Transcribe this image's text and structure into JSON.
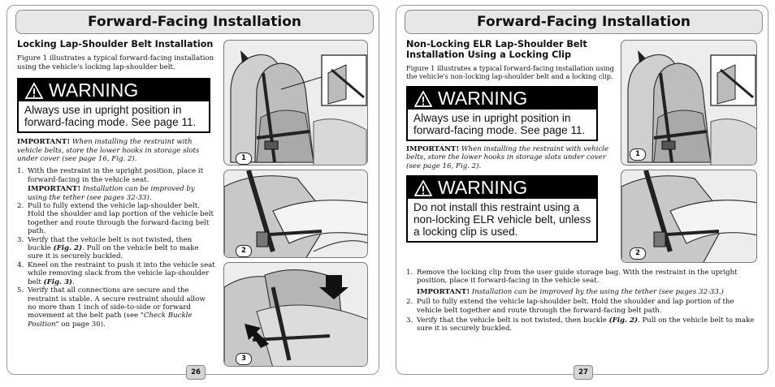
{
  "left": {
    "banner": "Forward-Facing Installation",
    "heading": "Locking Lap-Shoulder Belt Installation",
    "intro": "Figure 1 illustrates a typical forward-facing installation using the vehicle's locking lap-shoulder belt.",
    "warning": {
      "title": "WARNING",
      "text": "Always use in upright position in forward-facing mode. See page 11."
    },
    "important": {
      "label": "IMPORTANT!",
      "text": "When installing the restraint with vehicle belts, store the lower hooks in storage slots under cover (see page 16, Fig. 2)."
    },
    "steps": [
      {
        "n": "1.",
        "text": "With the restraint in the upright position, place it forward-facing in the vehicle seat.",
        "sub_label": "IMPORTANT!",
        "sub_text": "Installation can be improved by using the tether (see pages 32-33)."
      },
      {
        "n": "2.",
        "pre": "Pull to fully extend the vehicle lap-shoulder belt. Hold the shoulder and lap portion of the vehicle belt together and route through the forward-facing belt path."
      },
      {
        "n": "3.",
        "pre": "Verify that the vehicle belt is not twisted, then buckle",
        "fig": "(Fig. 2)",
        "post": ". Pull on the vehicle belt to make sure it is securely buckled."
      },
      {
        "n": "4.",
        "pre": "Kneel on the restraint to push it into the vehicle seat while removing slack from the vehicle lap-shoulder belt",
        "fig": "(Fig. 3)",
        "post": "."
      },
      {
        "n": "5.",
        "pre": "Verify that all connections are secure and the restraint is stable. A secure restraint should allow no more than 1 inch of side-to-side or forward movement at the belt path (see ",
        "ital": "\"Check Buckle Position\"",
        "post": " on page 30)."
      }
    ],
    "figures": [
      "1",
      "2",
      "3"
    ],
    "page_number": "26"
  },
  "right": {
    "banner": "Forward-Facing Installation",
    "heading": "Non-Locking ELR Lap-Shoulder Belt Installation Using a Locking Clip",
    "intro": "Figure 1 illustrates a typical forward-facing installation using the vehicle's non-locking lap-shoulder belt and a locking clip.",
    "warning1": {
      "title": "WARNING",
      "text": "Always use in upright position in forward-facing mode. See page 11."
    },
    "important": {
      "label": "IMPORTANT!",
      "text": "When installing the restraint with vehicle belts, store the lower hooks in storage slots under cover (see page 16, Fig. 2)."
    },
    "warning2": {
      "title": "WARNING",
      "text": "Do not install this restraint using a non-locking ELR vehicle belt, unless a locking clip is used."
    },
    "steps": [
      {
        "n": "1.",
        "text": "Remove the locking clip from the user guide storage bag. With the restraint in the upright position, place it forward-facing in the vehicle seat.",
        "sub_label": "IMPORTANT!",
        "sub_text": "Installation can be improved by the using the tether (see pages 32-33.)"
      },
      {
        "n": "2.",
        "pre": "Pull to fully extend the vehicle lap-shoulder belt. Hold the shoulder and lap portion of the vehicle belt together and route through the forward-facing belt path."
      },
      {
        "n": "3.",
        "pre": "Verify that the vehicle belt is not twisted, then buckle",
        "fig": "(Fig. 2)",
        "post": ". Pull on the vehicle belt to make sure it is securely buckled."
      }
    ],
    "figures": [
      "1",
      "2"
    ],
    "page_number": "27"
  }
}
